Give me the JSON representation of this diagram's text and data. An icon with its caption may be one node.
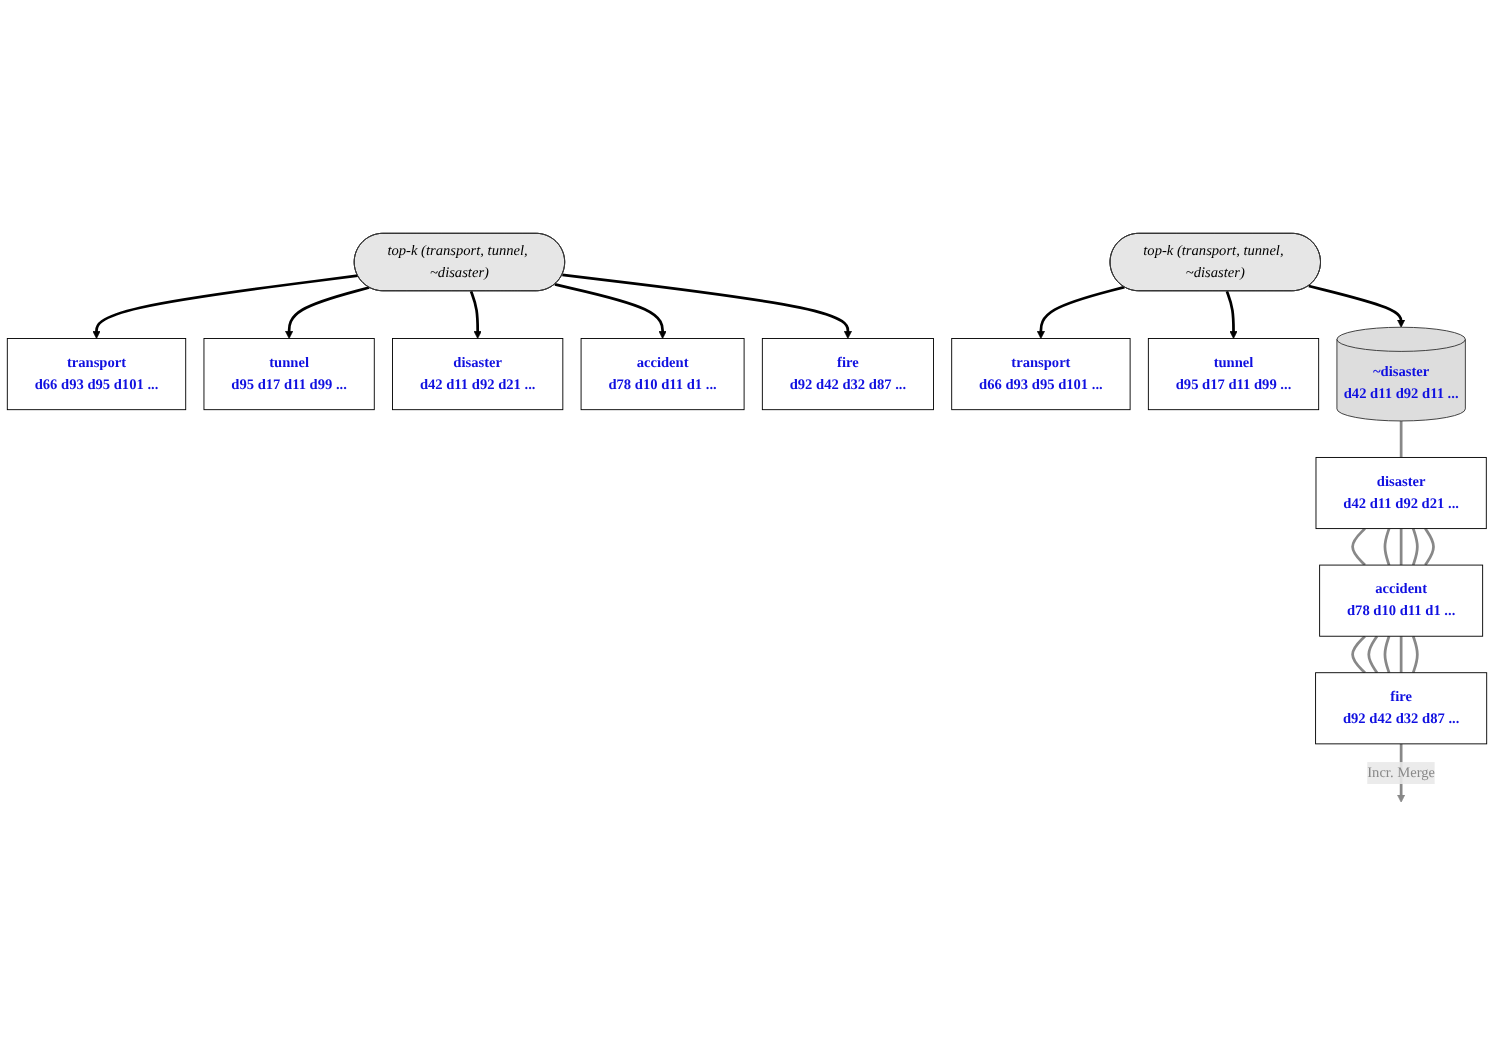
{
  "diagram": {
    "nodes": [
      {
        "text": [
          "top-k (transport, tunnel, ~disaster)"
        ]
      },
      {
        "text": [
          "transport",
          "d66 d93 d95 d101 ..."
        ]
      },
      {
        "text": [
          "tunnel",
          "d95 d17 d11 d99 ..."
        ]
      },
      {
        "text": [
          "disaster",
          "d42 d11 d92 d21 ..."
        ]
      },
      {
        "text": [
          "accident",
          "d78 d10 d11 d1 ..."
        ]
      },
      {
        "text": [
          "fire",
          "d92 d42 d32 d87 ..."
        ]
      },
      {
        "text": [
          "top-k (transport, tunnel, ~disaster)"
        ]
      },
      {
        "text": [
          "transport",
          "d66 d93 d95 d101 ..."
        ]
      },
      {
        "text": [
          "tunnel",
          "d95 d17 d11 d99 ..."
        ]
      },
      {
        "text": [
          "~disaster",
          "d42 d11 d92 d11 ..."
        ]
      },
      {
        "text": [
          "disaster",
          "d42 d11 d92 d21 ..."
        ]
      },
      {
        "text": [
          "accident",
          "d78 d10 d11 d1 ..."
        ]
      },
      {
        "text": [
          "fire",
          "d92 d42 d32 d87 ..."
        ]
      }
    ],
    "edges": [
      {
        "from": 0,
        "to": 1,
        "arrow": "to",
        "color": "#000000"
      },
      {
        "from": 0,
        "to": 2,
        "arrow": "to",
        "color": "#000000"
      },
      {
        "from": 0,
        "to": 3,
        "arrow": "to",
        "color": "#000000"
      },
      {
        "from": 0,
        "to": 4,
        "arrow": "to",
        "color": "#000000"
      },
      {
        "from": 0,
        "to": 5,
        "arrow": "to",
        "color": "#000000"
      },
      {
        "from": 6,
        "to": 7,
        "arrow": "to",
        "color": "#000000"
      },
      {
        "from": 6,
        "to": 8,
        "arrow": "to",
        "color": "#000000"
      },
      {
        "from": 6,
        "to": 9,
        "arrow": "to",
        "color": "#000000"
      },
      {
        "from": 9,
        "to": 10,
        "arrow": "none",
        "color": "#888888"
      },
      {
        "from": 10,
        "to": 11,
        "arrow": "none",
        "color": "#888888"
      },
      {
        "from": 11,
        "to": 12,
        "arrow": "none",
        "color": "#888888"
      },
      {
        "from": 12,
        "to": 11,
        "arrow": "none",
        "color": "#888888"
      },
      {
        "from": 11,
        "to": 10,
        "arrow": "none",
        "color": "#888888"
      },
      {
        "from": 10,
        "to": 11,
        "arrow": "none",
        "color": "#888888"
      },
      {
        "from": 11,
        "to": 12,
        "arrow": "none",
        "color": "#888888"
      },
      {
        "from": 12,
        "to": 11,
        "arrow": "none",
        "color": "#888888"
      },
      {
        "from": 11,
        "to": 10,
        "arrow": "none",
        "color": "#888888"
      },
      {
        "from": 10,
        "to": 11,
        "arrow": "none",
        "color": "#888888"
      },
      {
        "from": 11,
        "to": 12,
        "arrow": "none",
        "color": "#888888"
      },
      {
        "from": 12,
        "to": null,
        "label": "Incr. Merge",
        "arrow": "to",
        "color": "#888888"
      }
    ]
  }
}
